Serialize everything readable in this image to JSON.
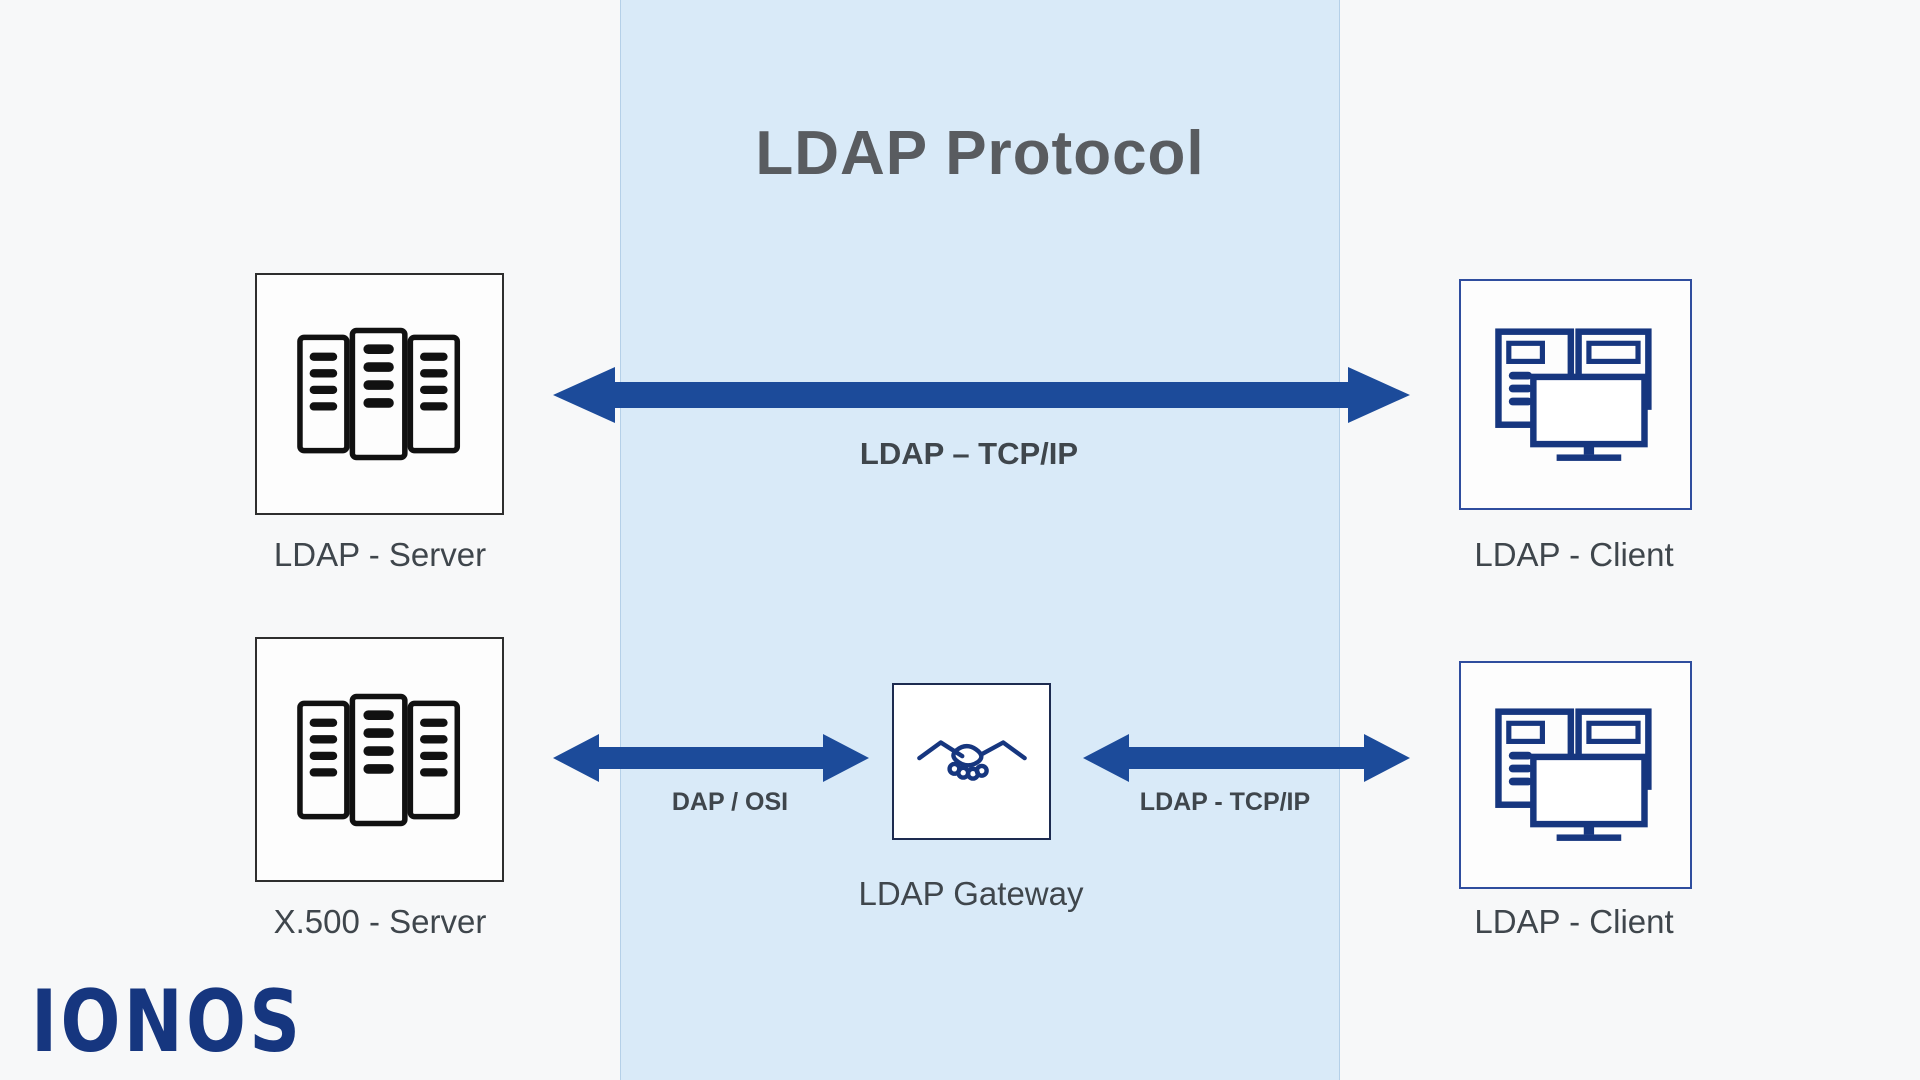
{
  "title": "LDAP Protocol",
  "nodes": {
    "ldap_server": {
      "label": "LDAP - Server"
    },
    "x500_server": {
      "label": "X.500 - Server"
    },
    "client_top": {
      "label": "LDAP - Client"
    },
    "client_bottom": {
      "label": "LDAP - Client"
    },
    "gateway": {
      "label": "LDAP Gateway"
    }
  },
  "connections": {
    "top": {
      "label": "LDAP – TCP/IP"
    },
    "dap_osi": {
      "label": "DAP / OSI"
    },
    "ldap_tcpip": {
      "label": "LDAP - TCP/IP"
    }
  },
  "logo": {
    "text": "IONOS"
  },
  "colors": {
    "background": "#f7f8f9",
    "panel": "#d9eaf8",
    "panel_border": "#b5d0e8",
    "arrow": "#1c4b9a",
    "navy": "#16367f",
    "icon": "#111111",
    "title": "#595c60",
    "label": "#3f464c"
  }
}
